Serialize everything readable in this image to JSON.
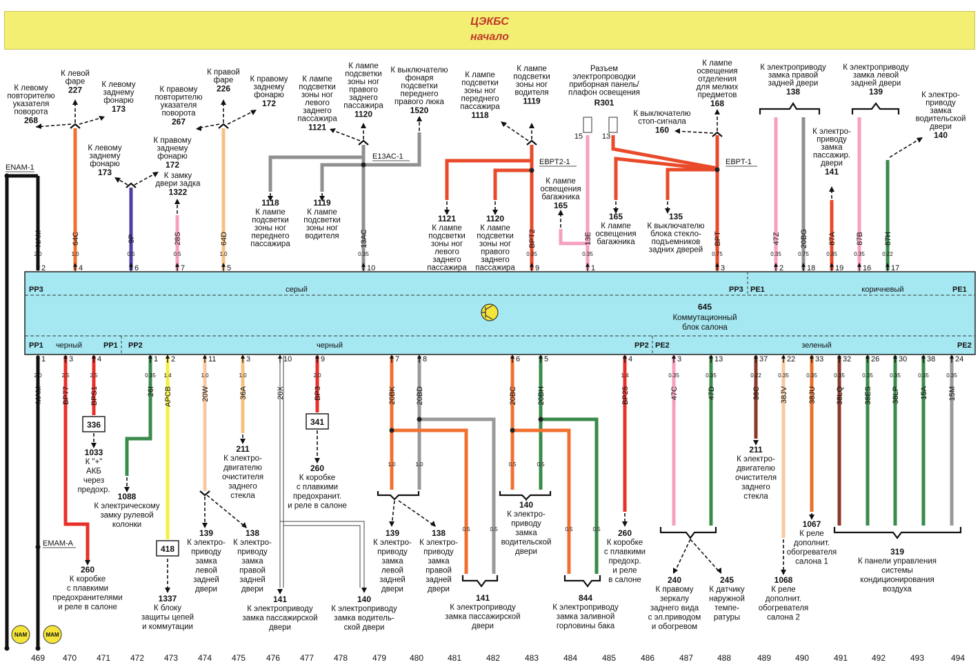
{
  "header": {
    "title": "ЦЭКБС",
    "subtitle": "начало"
  },
  "block": {
    "number": "645",
    "name_line1": "Коммутационный",
    "name_line2": "блок салона",
    "top_left": "PP3",
    "top_left_color": "серый",
    "top_mid": "PP3",
    "top_pe1_left": "PE1",
    "top_pe1_color": "коричневый",
    "top_pe1_right": "PE1",
    "bot_pp1_left": "PP1",
    "bot_pp1_color": "черный",
    "bot_pp1_right": "PP1",
    "bot_pp2_left": "PP2",
    "bot_pp2_color": "черный",
    "bot_pp2_right": "PP2",
    "bot_pe2_left": "PE2",
    "bot_pe2_color": "зеленый",
    "bot_pe2_right": "PE2"
  },
  "splices": {
    "enam1": "ENAM-1",
    "emama": "EMAM-A",
    "e13ac1": "E13AC-1",
    "ebpt21": "EBPT2-1",
    "ebpt1": "EBPT-1",
    "r301": "R301"
  },
  "ground_badges": [
    "NAM",
    "MAM"
  ],
  "boxes": [
    "336",
    "341",
    "418"
  ],
  "top_wires": [
    {
      "code": "NAM",
      "size": "2.0",
      "pin": "2"
    },
    {
      "code": "64C",
      "size": "1.0",
      "pin": "4"
    },
    {
      "code": "9P",
      "size": "0.5",
      "pin": "6"
    },
    {
      "code": "28S",
      "size": "0.5",
      "pin": "7"
    },
    {
      "code": "64D",
      "size": "1.0",
      "pin": "5"
    },
    {
      "code": "13AC",
      "size": "0.35",
      "pin": "10"
    },
    {
      "code": "BPT2",
      "size": "0.35",
      "pin": "9"
    },
    {
      "code": "13E",
      "size": "0.35",
      "pin": "1"
    },
    {
      "code": "BPT",
      "size": "0.75",
      "pin": "3"
    },
    {
      "code": "47Z",
      "size": "0.35",
      "pin": "2"
    },
    {
      "code": "20BG",
      "size": "0.75",
      "pin": "18"
    },
    {
      "code": "87A",
      "size": "0.35",
      "pin": "19"
    },
    {
      "code": "87B",
      "size": "0.35",
      "pin": "16"
    },
    {
      "code": "87H",
      "size": "0.22",
      "pin": "17"
    }
  ],
  "bottom_wires": [
    {
      "code": "MAM",
      "size": "2.0",
      "pin": "1"
    },
    {
      "code": "BP77",
      "size": "2.5",
      "pin": "3"
    },
    {
      "code": "BPS1",
      "size": "2.5",
      "pin": "4"
    },
    {
      "code": "26I",
      "size": "0.35",
      "pin": "1"
    },
    {
      "code": "APCB",
      "size": "1.4",
      "pin": "2"
    },
    {
      "code": "20W",
      "size": "1.0",
      "pin": "11"
    },
    {
      "code": "36A",
      "size": "1.0",
      "pin": "3"
    },
    {
      "code": "20X",
      "size": "",
      "pin": "10"
    },
    {
      "code": "BP3",
      "size": "2.0",
      "pin": "9"
    },
    {
      "code": "20BK",
      "size": "",
      "pin": "7"
    },
    {
      "code": "20BD",
      "size": "",
      "pin": "8"
    },
    {
      "code": "20BC",
      "size": "",
      "pin": "6"
    },
    {
      "code": "20BH",
      "size": "",
      "pin": "5"
    },
    {
      "code": "BP25",
      "size": "1.4",
      "pin": "4"
    },
    {
      "code": "47C",
      "size": "0.35",
      "pin": "3"
    },
    {
      "code": "47D",
      "size": "0.35",
      "pin": "13"
    },
    {
      "code": "36C",
      "size": "0.22",
      "pin": "37"
    },
    {
      "code": "38JV",
      "size": "0.35",
      "pin": "22"
    },
    {
      "code": "38JU",
      "size": "0.35",
      "pin": "33"
    },
    {
      "code": "38LQ",
      "size": "0.35",
      "pin": "32"
    },
    {
      "code": "38ES",
      "size": "0.35",
      "pin": "26"
    },
    {
      "code": "38LP",
      "size": "0.35",
      "pin": "30"
    },
    {
      "code": "15A",
      "size": "0.35",
      "pin": "38"
    },
    {
      "code": "15M",
      "size": "0.35",
      "pin": "24"
    }
  ],
  "mid_sizes": [
    "1.0",
    "1.0",
    "0.5",
    "0.5",
    "0.5",
    "0.5",
    "0.5",
    "0.5",
    "15",
    "13"
  ],
  "top_refs": [
    {
      "num": "268",
      "l1": "К левому",
      "l2": "повторителю",
      "l3": "указателя",
      "l4": "поворота"
    },
    {
      "num": "227",
      "l1": "К левой",
      "l2": "фаре"
    },
    {
      "num": "173",
      "l1": "К левому",
      "l2": "заднему",
      "l3": "фонарю"
    },
    {
      "num": "173",
      "l1": "К левому",
      "l2": "заднему",
      "l3": "фонарю"
    },
    {
      "num": "172",
      "l1": "К правому",
      "l2": "заднему",
      "l3": "фонарю"
    },
    {
      "num": "1322",
      "l1": "К замку",
      "l2": "двери задка"
    },
    {
      "num": "267",
      "l1": "К правому",
      "l2": "повторителю",
      "l3": "указателя",
      "l4": "поворота"
    },
    {
      "num": "226",
      "l1": "К правой",
      "l2": "фаре"
    },
    {
      "num": "172",
      "l1": "К правому",
      "l2": "заднему",
      "l3": "фонарю"
    },
    {
      "num": "1121",
      "l1": "К лампе",
      "l2": "подсветки",
      "l3": "зоны ног",
      "l4": "левого",
      "l5": "заднего",
      "l6": "пассажира"
    },
    {
      "num": "1120",
      "l1": "К лампе",
      "l2": "подсветки",
      "l3": "зоны ног",
      "l4": "правого",
      "l5": "заднего",
      "l6": "пассажира"
    },
    {
      "num": "1520",
      "l1": "К выключателю",
      "l2": "фонаря",
      "l3": "подсветки",
      "l4": "переднего",
      "l5": "правого люка"
    },
    {
      "num": "1118",
      "l1": "К лампе",
      "l2": "подсветки",
      "l3": "зоны ног",
      "l4": "переднего",
      "l5": "пассажира"
    },
    {
      "num": "1119",
      "l1": "К лампе",
      "l2": "подсветки",
      "l3": "зоны ног",
      "l4": "водителя"
    },
    {
      "num": "1121",
      "l1": "К лампе",
      "l2": "подсветки",
      "l3": "зоны ног",
      "l4": "левого",
      "l5": "заднего",
      "l6": "пассажира"
    },
    {
      "num": "1120",
      "l1": "К лампе",
      "l2": "подсветки",
      "l3": "зоны ног",
      "l4": "правого",
      "l5": "заднего",
      "l6": "пассажира"
    },
    {
      "num": "1118",
      "l1": "К лампе",
      "l2": "подсветки",
      "l3": "зоны ног",
      "l4": "переднего",
      "l5": "пассажира"
    },
    {
      "num": "1119",
      "l1": "К лампе",
      "l2": "подсветки",
      "l3": "зоны ног",
      "l4": "водителя"
    },
    {
      "num": "165",
      "l1": "К лампе",
      "l2": "освещения",
      "l3": "багажника"
    },
    {
      "l1": "Разъем",
      "l2": "электропроводки",
      "l3": "приборная панель/",
      "l4": "плафон освещения"
    },
    {
      "num": "160",
      "l1": "К выключателю",
      "l2": "стоп-сигнала"
    },
    {
      "num": "168",
      "l1": "К лампе",
      "l2": "освещения",
      "l3": "отделения",
      "l4": "для мелких",
      "l5": "предметов"
    },
    {
      "num": "165",
      "l1": "К лампе",
      "l2": "освещения",
      "l3": "багажника"
    },
    {
      "num": "135",
      "l1": "К выключателю",
      "l2": "блока стекло-",
      "l3": "подъемников",
      "l4": "задних дверей"
    },
    {
      "num": "138",
      "l1": "К электроприводу",
      "l2": "замка правой",
      "l3": "задней двери"
    },
    {
      "num": "139",
      "l1": "К электроприводу",
      "l2": "замка левой",
      "l3": "задней двери"
    },
    {
      "num": "141",
      "l1": "К электро-",
      "l2": "приводу",
      "l3": "замка",
      "l4": "пассажир.",
      "l5": "двери"
    },
    {
      "num": "140",
      "l1": "К электро-",
      "l2": "приводу",
      "l3": "замка",
      "l4": "водительской",
      "l5": "двери"
    }
  ],
  "bottom_refs": [
    {
      "num": "1033",
      "l1": "К \"+\"",
      "l2": "АКБ",
      "l3": "через",
      "l4": "предохр."
    },
    {
      "num": "1088",
      "l1": "К электрическому",
      "l2": "замку рулевой",
      "l3": "колонки"
    },
    {
      "num": "260",
      "l1": "К коробке",
      "l2": "с плавкими",
      "l3": "предохранителями",
      "l4": "и реле в салоне"
    },
    {
      "num": "1337",
      "l1": "К блоку",
      "l2": "защиты цепей",
      "l3": "и коммутации"
    },
    {
      "num": "211",
      "l1": "К электро-",
      "l2": "двигателю",
      "l3": "очистителя",
      "l4": "заднего",
      "l5": "стекла"
    },
    {
      "num": "139",
      "l1": "К электро-",
      "l2": "приводу",
      "l3": "замка",
      "l4": "левой",
      "l5": "задней",
      "l6": "двери"
    },
    {
      "num": "138",
      "l1": "К электро-",
      "l2": "приводу",
      "l3": "замка",
      "l4": "правой",
      "l5": "задней",
      "l6": "двери"
    },
    {
      "num": "260",
      "l1": "К коробке",
      "l2": "с плавкими",
      "l3": "предохранит.",
      "l4": "и реле в салоне"
    },
    {
      "num": "141",
      "l1": "К электроприводу",
      "l2": "замка пассажирской",
      "l3": "двери"
    },
    {
      "num": "140",
      "l1": "К электроприводу",
      "l2": "замка водитель-",
      "l3": "ской двери"
    },
    {
      "num": "139",
      "l1": "К электро-",
      "l2": "приводу",
      "l3": "замка",
      "l4": "левой",
      "l5": "задней",
      "l6": "двери"
    },
    {
      "num": "138",
      "l1": "К электро-",
      "l2": "приводу",
      "l3": "замка",
      "l4": "правой",
      "l5": "задней",
      "l6": "двери"
    },
    {
      "num": "140",
      "l1": "К электро-",
      "l2": "приводу",
      "l3": "замка",
      "l4": "водительской",
      "l5": "двери"
    },
    {
      "num": "141",
      "l1": "К электроприводу",
      "l2": "замка пассажирской",
      "l3": "двери"
    },
    {
      "num": "844",
      "l1": "К электроприводу",
      "l2": "замка заливной",
      "l3": "горловины бака"
    },
    {
      "num": "260",
      "l1": "К коробке",
      "l2": "с плавкими",
      "l3": "предохр.",
      "l4": "и реле",
      "l5": "в салоне"
    },
    {
      "num": "240",
      "l1": "К правому",
      "l2": "зеркалу",
      "l3": "заднего вида",
      "l4": "с эл.приводом",
      "l5": "и обогревом"
    },
    {
      "num": "245",
      "l1": "К датчику",
      "l2": "наружной",
      "l3": "темпе-",
      "l4": "ратуры"
    },
    {
      "num": "211",
      "l1": "К электро-",
      "l2": "двигателю",
      "l3": "очистителя",
      "l4": "заднего",
      "l5": "стекла"
    },
    {
      "num": "1067",
      "l1": "К реле",
      "l2": "дополнит.",
      "l3": "обогревателя",
      "l4": "салона 1"
    },
    {
      "num": "1068",
      "l1": "К реле",
      "l2": "дополнит.",
      "l3": "обогревателя",
      "l4": "салона 2"
    },
    {
      "num": "319",
      "l1": "К панели управления",
      "l2": "системы",
      "l3": "кондиционирования",
      "l4": "воздуха"
    }
  ],
  "columns": [
    "469",
    "470",
    "471",
    "472",
    "473",
    "474",
    "475",
    "476",
    "477",
    "478",
    "479",
    "480",
    "481",
    "482",
    "483",
    "484",
    "485",
    "486",
    "487",
    "488",
    "489",
    "490",
    "491",
    "492",
    "493",
    "494"
  ]
}
